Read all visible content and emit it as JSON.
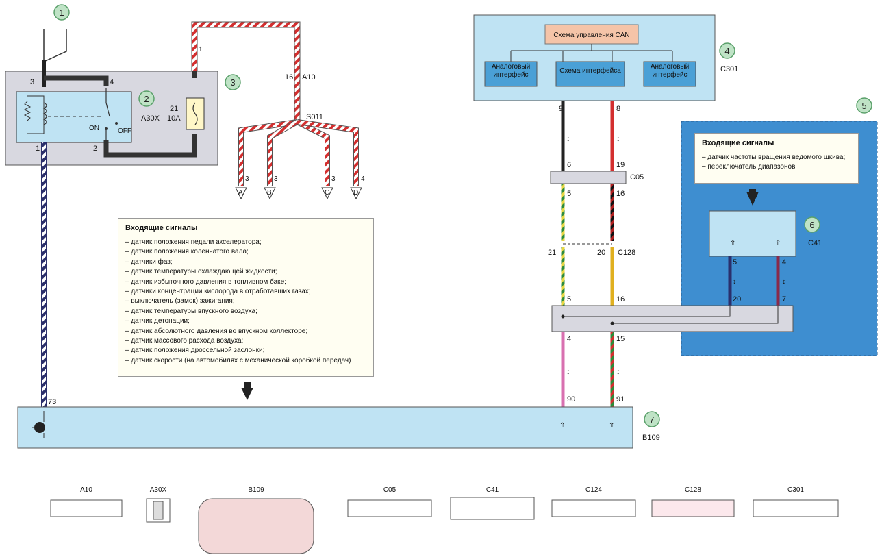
{
  "callouts": [
    "1",
    "2",
    "3",
    "4",
    "5",
    "6",
    "7"
  ],
  "relay": {
    "name": "A30X",
    "pins": [
      "3",
      "4",
      "1",
      "2"
    ],
    "state_on": "ON",
    "state_off": "OFF"
  },
  "fuse": {
    "number": "21",
    "rating": "10A"
  },
  "splice": {
    "connector_pin": "16",
    "connector": "A10",
    "splice_name": "S011",
    "branches": [
      {
        "pin": "3",
        "dest": "A"
      },
      {
        "pin": "3",
        "dest": "B"
      },
      {
        "pin": "3",
        "dest": "C"
      },
      {
        "pin": "4",
        "dest": "D"
      }
    ]
  },
  "can_module": {
    "name": "C301",
    "control": "Схема управления CAN",
    "left": "Аналоговый интерфейс",
    "center": "Схема интерфейса",
    "right": "Аналоговый интерфейс",
    "pins": [
      "9",
      "8"
    ]
  },
  "c05": {
    "name": "C05",
    "pins_top": [
      "6",
      "19"
    ],
    "pins_bottom": [
      "5",
      "16"
    ]
  },
  "c128": {
    "name": "C128",
    "pins": [
      "21",
      "20"
    ]
  },
  "junction": {
    "pins_top": [
      "5",
      "16"
    ],
    "pins_bottom": [
      "4",
      "15"
    ],
    "side_pins": [
      "20",
      "7"
    ]
  },
  "tcm": {
    "name": "C41",
    "pins": [
      "5",
      "4"
    ],
    "signals_title": "Входящие сигналы",
    "signals": [
      "– датчик частоты вращения ведомого шкива;",
      "– переключатель диапазонов"
    ]
  },
  "ecu": {
    "name": "B109",
    "pins": [
      "73",
      "90",
      "91"
    ],
    "signals_title": "Входящие сигналы",
    "signals": [
      "– датчик положения педали акселератора;",
      "– датчик положения коленчатого вала;",
      "– датчики фаз;",
      "– датчик температуры охлаждающей жидкости;",
      "– датчик избыточного давления в топливном баке;",
      "– датчики концентрации кислорода в отработавших газах;",
      "– выключатель (замок) зажигания;",
      "– датчик температуры впускного воздуха;",
      "– датчик детонации;",
      "– датчик абсолютного давления во впускном коллекторе;",
      "– датчик массового расхода воздуха;",
      "– датчик положения дроссельной заслонки;",
      "– датчик скорости (на автомобилях с механической коробкой передач)"
    ]
  },
  "connectors": [
    "A10",
    "A30X",
    "B109",
    "C05",
    "C41",
    "C124",
    "C128",
    "C301"
  ],
  "colors": {
    "module_blue": "#bfe3f3",
    "tcm_blue": "#3e8ed0",
    "relay_gray": "#d8d8e0",
    "wire_red": "#d32f2f"
  }
}
